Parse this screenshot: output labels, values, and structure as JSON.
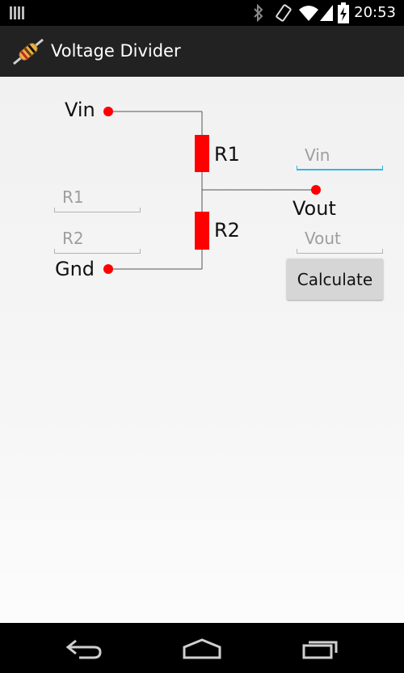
{
  "status_bar": {
    "time": "20:53"
  },
  "action_bar": {
    "title": "Voltage Divider",
    "icon": "resistor-icon"
  },
  "circuit": {
    "vin_label": "Vin",
    "gnd_label": "Gnd",
    "vout_label": "Vout",
    "r1_label": "R1",
    "r2_label": "R2",
    "resistor_color": "#ff0000",
    "node_color": "#ff0000"
  },
  "inputs": {
    "r1": {
      "placeholder": "R1",
      "value": ""
    },
    "r2": {
      "placeholder": "R2",
      "value": ""
    },
    "vin": {
      "placeholder": "Vin",
      "value": ""
    },
    "vout": {
      "placeholder": "Vout",
      "value": ""
    }
  },
  "calculate_label": "Calculate",
  "accent_color": "#33b5e5",
  "nav": {
    "back": "back-icon",
    "home": "home-icon",
    "recents": "recents-icon"
  }
}
